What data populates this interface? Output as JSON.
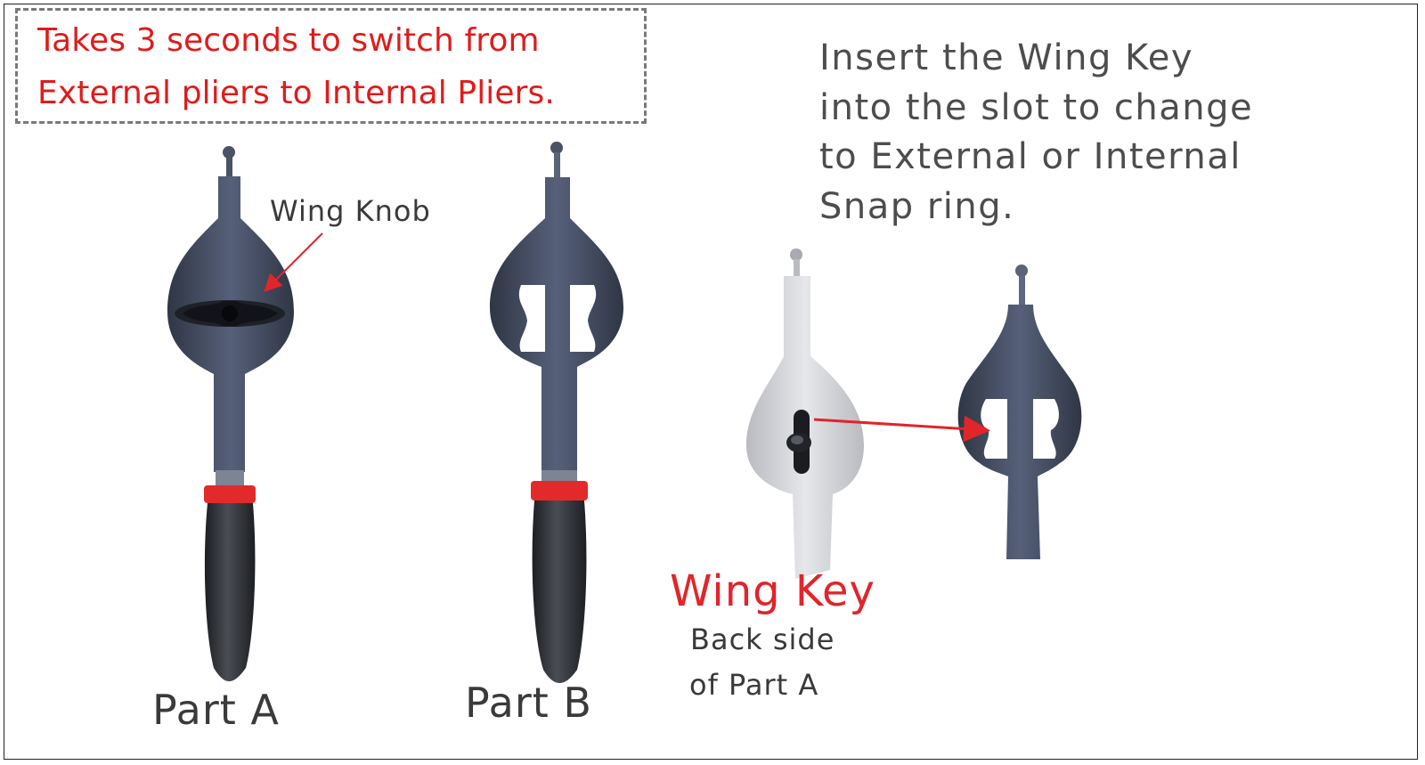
{
  "note": {
    "lines": [
      "Takes 3 seconds to switch from",
      "External pliers to Internal Pliers."
    ]
  },
  "instruction": {
    "lines": [
      "Insert the Wing Key",
      "into the slot to change",
      "to External or Internal",
      "Snap ring."
    ]
  },
  "labels": {
    "wing_knob": "Wing Knob",
    "part_a": "Part A",
    "part_b": "Part B",
    "wing_key": "Wing Key",
    "back_side_1": "Back side",
    "back_side_2": "of Part A"
  },
  "colors": {
    "note_text": "#e01b1b",
    "accent_red": "#e0252b",
    "tool_dark": "#3f4757",
    "handle": "#2a2d33",
    "band": "#e32a2a",
    "tool_light": "#d2d3d6"
  }
}
